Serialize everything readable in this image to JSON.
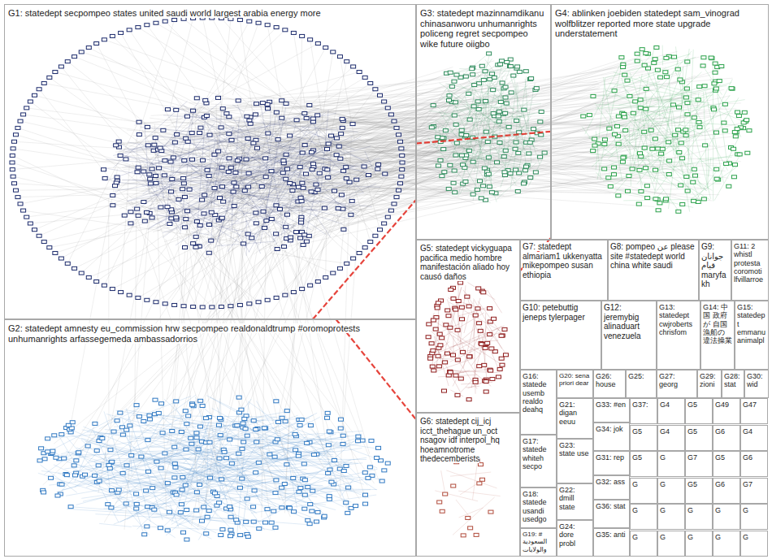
{
  "diagram": {
    "nodes": [
      {
        "text": [
          "G1: statedept secpompeo states united saudi world largest arabia energy more"
        ]
      },
      {
        "text": [
          "G2: statedept amnesty eu_commission hrw secpompeo realdonaldtrump #oromoprotests unhumanrights arfassegemeda ambassadorrios"
        ]
      },
      {
        "text": [
          "G3: statedept mazinnamdikanu chinasanworu unhumanrights policeng regret secpompeo wike future oiigbo"
        ]
      },
      {
        "text": [
          "G4: ablinken joebiden statedept sam_vinograd wolfblitzer reported more state upgrade understatement"
        ]
      },
      {
        "text": [
          "G5: statedept vickyguapa pacifica medio hombre manifestación aliado hoy causó daños"
        ]
      },
      {
        "text": [
          "G6: statedept cij_icj icct_thehague un_oct nsagov idf interpol_hq hoeamnotrome thedecemberists"
        ]
      },
      {
        "text": [
          "G7: statedept almariam1 ukkenyatta mikepompeo susan ethiopia"
        ]
      },
      {
        "text": [
          "G8: pompeo عن please site #statedept world china white saudi"
        ]
      },
      {
        "text": [
          "G9: جوانان قیام maryfakh"
        ]
      },
      {
        "text": [
          "G10: petebuttig jeneps tylerpager"
        ]
      },
      {
        "text": [
          "G11: 2 whistl protesta coromoti lfvillarroe"
        ]
      },
      {
        "text": [
          "G12: jeremybig alinaduart venezuela"
        ]
      },
      {
        "text": [
          "G13: statedept cwjroberts chrisfom"
        ]
      },
      {
        "text": [
          "G14: 中国 政府が 自国漁船の 違法操業"
        ]
      },
      {
        "text": [
          "G15: statedept emmanu animalpl"
        ]
      },
      {
        "text": [
          "G16: statede usemb realdo deahq"
        ]
      },
      {
        "text": [
          "G17: statede whiteh secpo"
        ]
      },
      {
        "text": [
          "G18: statede usandi usedgo"
        ]
      },
      {
        "text": [
          "G19: # السعودية والولايات"
        ]
      },
      {
        "text": [
          "G20: sena priori dear"
        ]
      },
      {
        "text": [
          "G21: digan eeuu"
        ]
      },
      {
        "text": [
          "G22: dmill state"
        ]
      },
      {
        "text": [
          "G23: state use"
        ]
      },
      {
        "text": [
          "G24: dore probl"
        ]
      },
      {
        "text": [
          "G25:"
        ]
      },
      {
        "text": [
          "G26: house"
        ]
      },
      {
        "text": [
          "G27: georg"
        ]
      },
      {
        "text": [
          "G28: stat"
        ]
      },
      {
        "text": [
          "G29: zioni"
        ]
      },
      {
        "text": [
          "G30: wid"
        ]
      },
      {
        "text": [
          "G31: rep"
        ]
      },
      {
        "text": [
          "G32: ass"
        ]
      },
      {
        "text": [
          "G33: #en"
        ]
      },
      {
        "text": [
          "G34: jok"
        ]
      },
      {
        "text": [
          "G35: anti"
        ]
      },
      {
        "text": [
          "G36: stat"
        ]
      },
      {
        "text": [
          "G37:"
        ]
      },
      {
        "text": [
          "G4"
        ]
      },
      {
        "text": [
          "G5"
        ]
      },
      {
        "text": [
          "G49"
        ]
      },
      {
        "text": [
          "G47"
        ]
      },
      {
        "text": [
          "G5"
        ]
      },
      {
        "text": [
          "G4"
        ]
      },
      {
        "text": [
          "G5"
        ]
      },
      {
        "text": [
          "G6"
        ]
      },
      {
        "text": [
          "G4"
        ]
      },
      {
        "text": [
          "G5"
        ]
      },
      {
        "text": [
          "G"
        ]
      },
      {
        "text": [
          "G7"
        ]
      },
      {
        "text": [
          "G5"
        ]
      },
      {
        "text": [
          "G6"
        ]
      },
      {
        "text": [
          "G"
        ]
      },
      {
        "text": [
          "G"
        ]
      },
      {
        "text": [
          "G5"
        ]
      },
      {
        "text": [
          "G6"
        ]
      },
      {
        "text": [
          "G7"
        ]
      },
      {
        "text": [
          "G"
        ]
      },
      {
        "text": [
          "G"
        ]
      },
      {
        "text": [
          "G"
        ]
      },
      {
        "text": [
          "G"
        ]
      },
      {
        "text": [
          "G"
        ]
      },
      {
        "text": [
          "G"
        ]
      },
      {
        "text": [
          "G"
        ]
      },
      {
        "text": [
          "G"
        ]
      },
      {
        "text": [
          "G"
        ]
      },
      {
        "text": [
          "G"
        ]
      }
    ],
    "edges": [
      {
        "from": 0,
        "to": 1,
        "arrow": "none"
      },
      {
        "from": 0,
        "to": 2,
        "arrow": "none"
      },
      {
        "from": 0,
        "to": 3,
        "arrow": "none"
      },
      {
        "from": 0,
        "to": 4,
        "arrow": "none"
      },
      {
        "from": 0,
        "to": 5,
        "arrow": "none"
      },
      {
        "from": 1,
        "to": 4,
        "arrow": "none"
      },
      {
        "from": 1,
        "to": 5,
        "arrow": "none"
      },
      {
        "from": 1,
        "to": 2,
        "arrow": "none"
      },
      {
        "from": 2,
        "to": 3,
        "arrow": "none"
      },
      {
        "from": 2,
        "to": 4,
        "arrow": "none"
      },
      {
        "from": 3,
        "to": 4,
        "arrow": "none"
      },
      {
        "from": 4,
        "to": 5,
        "arrow": "none"
      }
    ]
  }
}
